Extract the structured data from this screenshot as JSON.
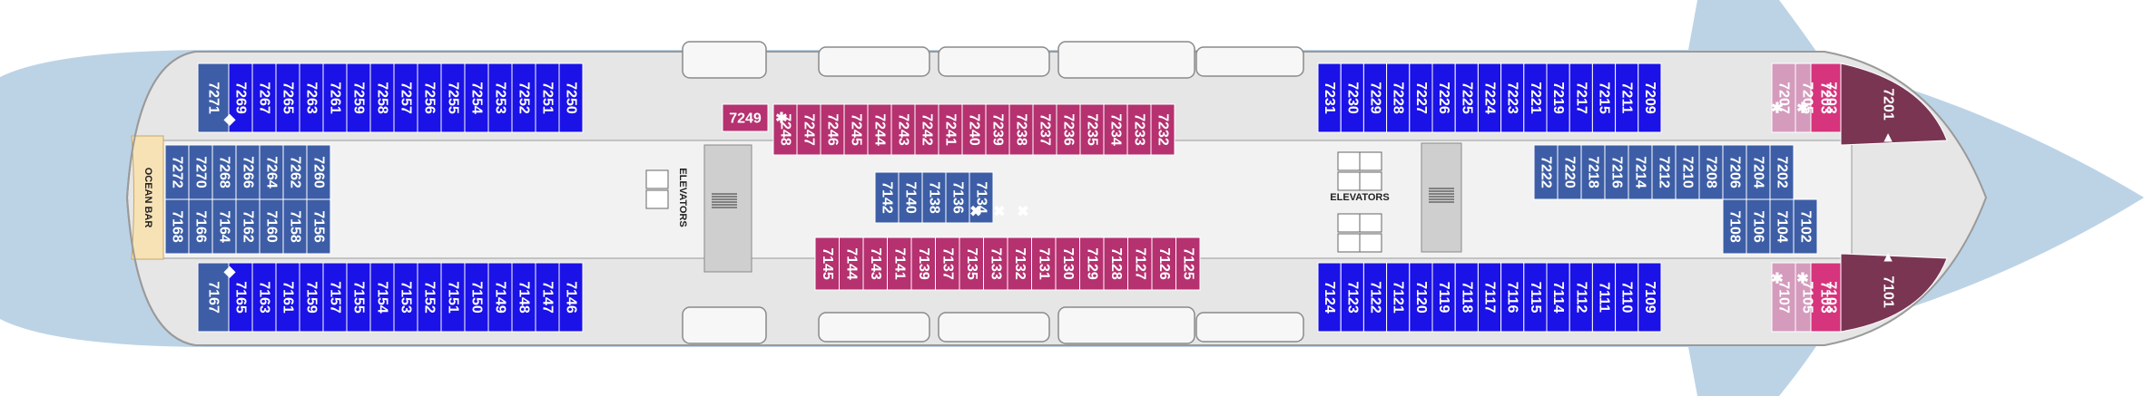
{
  "colors": {
    "water": "#bcd3e6",
    "hull": "#e6e6e6",
    "hull_edge": "#9a9a9a",
    "deck": "#f2f2f2",
    "balcony_cabin": "#1a12e6",
    "oceanview_cabin": "#3d5ea6",
    "interior_cabin": "#b5316f",
    "spa_cabin": "#d49bbd",
    "suite_pink": "#d6347c",
    "suite_dark": "#7a3553",
    "bar": "#f7e2b6",
    "grey_block": "#cfcfcf"
  },
  "labels": {
    "ocean_bar": "OCEAN BAR",
    "elevators_aft": "ELEVATORS",
    "elevators_fwd": "ELEVATORS"
  },
  "cabins": {
    "top_outer_aft": [
      "7271",
      "7269",
      "7267",
      "7265",
      "7263",
      "7261",
      "7259",
      "7258",
      "7257",
      "7256",
      "7255",
      "7254",
      "7253",
      "7252",
      "7251",
      "7250"
    ],
    "top_outer_fwd": [
      "7231",
      "7230",
      "7229",
      "7228",
      "7227",
      "7226",
      "7225",
      "7224",
      "7223",
      "7221",
      "7219",
      "7217",
      "7215",
      "7211",
      "7209"
    ],
    "top_inner_row": [
      "7249",
      "7248",
      "7247",
      "7246",
      "7245",
      "7244",
      "7243",
      "7242",
      "7241",
      "7240",
      "7239",
      "7238",
      "7237",
      "7236",
      "7235",
      "7234",
      "7233",
      "7232"
    ],
    "top_spa_pair": [
      "7207",
      "7205",
      "7203"
    ],
    "fwd_suite_top": "7201",
    "aft_upper_row": [
      "7272",
      "7270",
      "7268",
      "7266",
      "7264",
      "7262",
      "7260"
    ],
    "aft_lower_row": [
      "7168",
      "7166",
      "7164",
      "7162",
      "7160",
      "7158",
      "7156"
    ],
    "mid_center_row": [
      "7142",
      "7140",
      "7138",
      "7136",
      "7134"
    ],
    "fwd_center_upper": [
      "7222",
      "7220",
      "7218",
      "7216",
      "7214",
      "7212",
      "7210",
      "7208",
      "7206",
      "7204",
      "7202"
    ],
    "fwd_center_lower": [
      "7108",
      "7106",
      "7104",
      "7102"
    ],
    "bottom_inner_row": [
      "7145",
      "7144",
      "7143",
      "7141",
      "7139",
      "7137",
      "7135",
      "7133",
      "7132",
      "7131",
      "7130",
      "7129",
      "7128",
      "7127",
      "7126",
      "7125"
    ],
    "bottom_outer_aft": [
      "7167",
      "7165",
      "7163",
      "7161",
      "7159",
      "7157",
      "7155",
      "7154",
      "7153",
      "7152",
      "7151",
      "7150",
      "7149",
      "7148",
      "7147",
      "7146"
    ],
    "bottom_outer_fwd": [
      "7124",
      "7123",
      "7122",
      "7121",
      "7120",
      "7119",
      "7118",
      "7117",
      "7116",
      "7115",
      "7114",
      "7112",
      "7111",
      "7110",
      "7109"
    ],
    "bottom_spa_pair": [
      "7107",
      "7105",
      "7103"
    ],
    "fwd_suite_bottom": "7101"
  },
  "markers": {
    "star": "✱",
    "cross": "✖",
    "arrow_up": "▲",
    "diamond": "◆"
  }
}
